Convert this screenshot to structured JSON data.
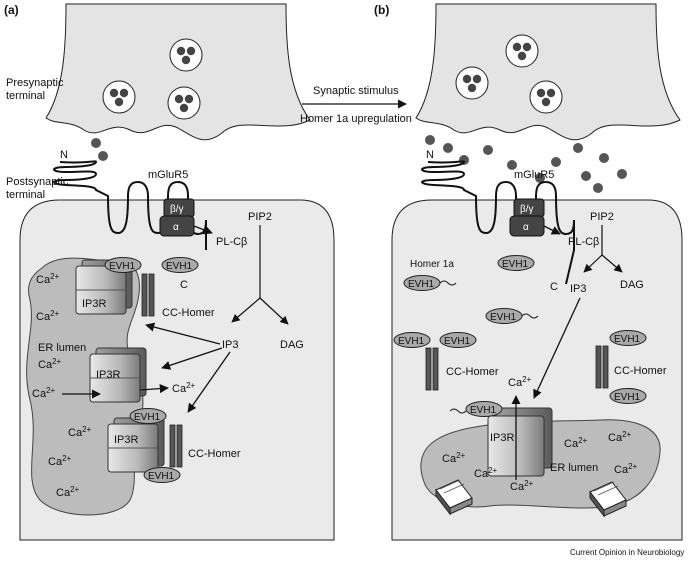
{
  "panel_a": {
    "tag": "(a)",
    "presynaptic": [
      "Presynaptic",
      "terminal"
    ],
    "postsynaptic": [
      "Postsynaptic",
      "terminal"
    ],
    "n_label": "N",
    "c_label": "C",
    "mglur5": "mGluR5",
    "beta_gamma": "β/γ",
    "alpha": "α",
    "plcb": "PL-Cβ",
    "pip2": "PIP2",
    "ip3": "IP3",
    "dag": "DAG",
    "evh1": "EVH1",
    "ip3r": "IP3R",
    "cc_homer": "CC-Homer",
    "er_lumen": "ER lumen",
    "ca": "Ca",
    "ca_sup": "2+"
  },
  "transition": {
    "line1": "Synaptic stimulus",
    "line2": "Homer 1a upregulation"
  },
  "panel_b": {
    "tag": "(b)",
    "n_label": "N",
    "c_label": "C",
    "mglur5": "mGluR5",
    "beta_gamma": "β/γ",
    "alpha": "α",
    "plcb": "PL-Cβ",
    "pip2": "PIP2",
    "ip3": "IP3",
    "dag": "DAG",
    "homer1a": "Homer 1a",
    "evh1": "EVH1",
    "ip3r": "IP3R",
    "cc_homer": "CC-Homer",
    "er_lumen": "ER lumen",
    "ca": "Ca",
    "ca_sup": "2+"
  },
  "credit": "Current Opinion in Neurobiology"
}
